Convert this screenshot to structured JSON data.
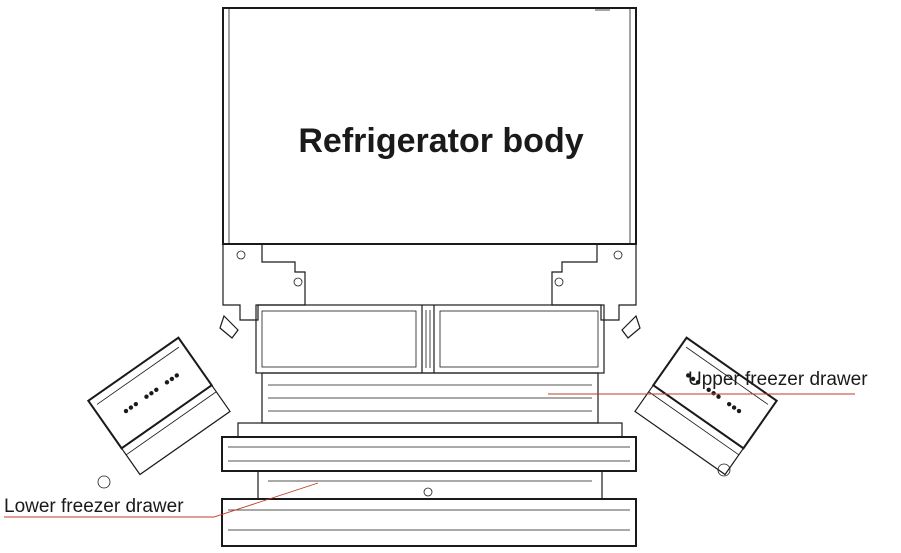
{
  "labels": {
    "body": "Refrigerator body",
    "upper_drawer": "Upper freezer drawer",
    "lower_drawer": "Lower freezer drawer"
  },
  "colors": {
    "line": "#1a1a1a",
    "leader": "#c0392b"
  }
}
